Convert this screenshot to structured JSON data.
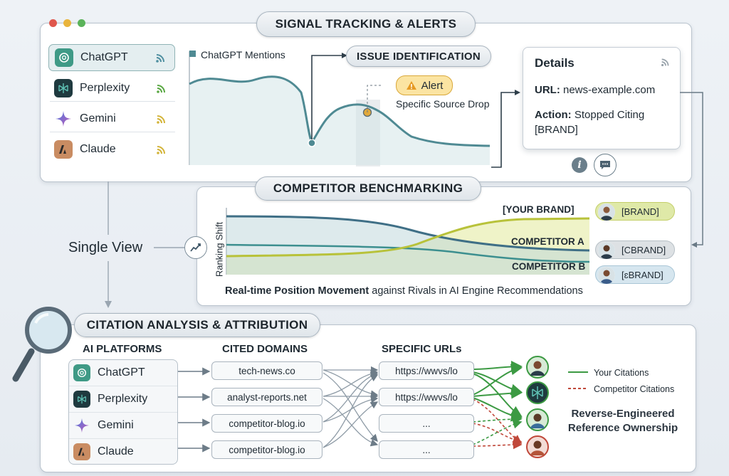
{
  "signal_tracking": {
    "title": "SIGNAL TRACKING & ALERTS",
    "platforms": [
      {
        "name": "ChatGPT",
        "icon": "chatgpt-icon",
        "active": true
      },
      {
        "name": "Perplexity",
        "icon": "perplexity-icon",
        "active": false
      },
      {
        "name": "Gemini",
        "icon": "gemini-icon",
        "active": false
      },
      {
        "name": "Claude",
        "icon": "claude-icon",
        "active": false
      }
    ],
    "chart_legend": "ChatGPT Mentions",
    "issue_label": "ISSUE IDENTIFICATION",
    "alert_label": "Alert",
    "alert_sub": "Specific Source Drop",
    "details": {
      "title": "Details",
      "url_key": "URL:",
      "url_value": "news-example.com",
      "action_key": "Action:",
      "action_value_1": "Stopped Citing",
      "action_value_2": "[BRAND]"
    }
  },
  "single_view": "Single View",
  "competitor": {
    "title": "COMPETITOR BENCHMARKING",
    "y_label": "Ranking Shift",
    "series_labels": [
      "[YOUR BRAND]",
      "COMPETITOR A",
      "COMPETITOR B"
    ],
    "chips": [
      "[BRAND]",
      "[CBRAND]",
      "[ɛBRAND]"
    ],
    "caption_bold": "Real-time Position Movement",
    "caption_rest": " against Rivals in AI Engine Recommendations"
  },
  "citation": {
    "title": "CITATION ANALYSIS & ATTRIBUTION",
    "col_platforms": "AI PLATFORMS",
    "col_domains": "CITED DOMAINS",
    "col_urls": "SPECIFIC URLs",
    "platforms": [
      "ChatGPT",
      "Perplexity",
      "Gemini",
      "Claude"
    ],
    "domains": [
      "tech-news.co",
      "analyst-reports.net",
      "competitor-blog.io",
      "competitor-blog.io"
    ],
    "urls": [
      "https://wwvs/lo",
      "https://wwvs/lo",
      "...",
      "..."
    ],
    "legend_yours": "Your Citations",
    "legend_comp": "Competitor Citations",
    "summary_1": "Reverse-Engineered",
    "summary_2": "Reference Ownership"
  },
  "colors": {
    "teal": "#4f8a93",
    "olive": "#b8c23a",
    "green": "#3c9a43",
    "red": "#c0483a"
  }
}
